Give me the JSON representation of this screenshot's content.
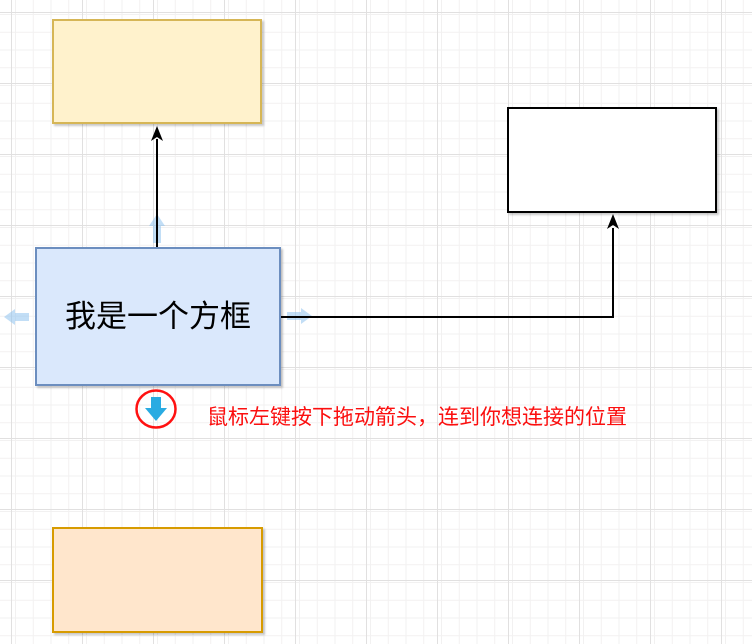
{
  "canvas": {
    "background": "#ffffff",
    "grid_minor_color": "#f2f1f1",
    "grid_major_color": "#e1e0e0"
  },
  "diagram": {
    "nodes": {
      "yellow_box": {
        "label": "",
        "fill": "#fff2cc",
        "stroke": "#d6b656"
      },
      "white_box": {
        "label": "",
        "fill": "#ffffff",
        "stroke": "#000000"
      },
      "blue_box": {
        "label": "我是一个方框",
        "fill": "#dae8fc",
        "stroke": "#6c8ebf",
        "text_color": "#000000"
      },
      "orange_box": {
        "label": "",
        "fill": "#ffe6cc",
        "stroke": "#d79b00"
      }
    },
    "edges": [
      {
        "from": "blue_box",
        "to": "yellow_box"
      },
      {
        "from": "blue_box",
        "to": "white_box"
      }
    ],
    "edge_color": "#000000"
  },
  "connection_hints": {
    "direction_arrow_color": "#8fc2ee",
    "active_arrow_color": "#29abe2",
    "directions": [
      "up",
      "left",
      "right",
      "down"
    ]
  },
  "annotation": {
    "text": "鼠标左键按下拖动箭头，连到你想连接的位置",
    "text_color": "#fb0f0f",
    "circle_color": "#ff1111"
  }
}
